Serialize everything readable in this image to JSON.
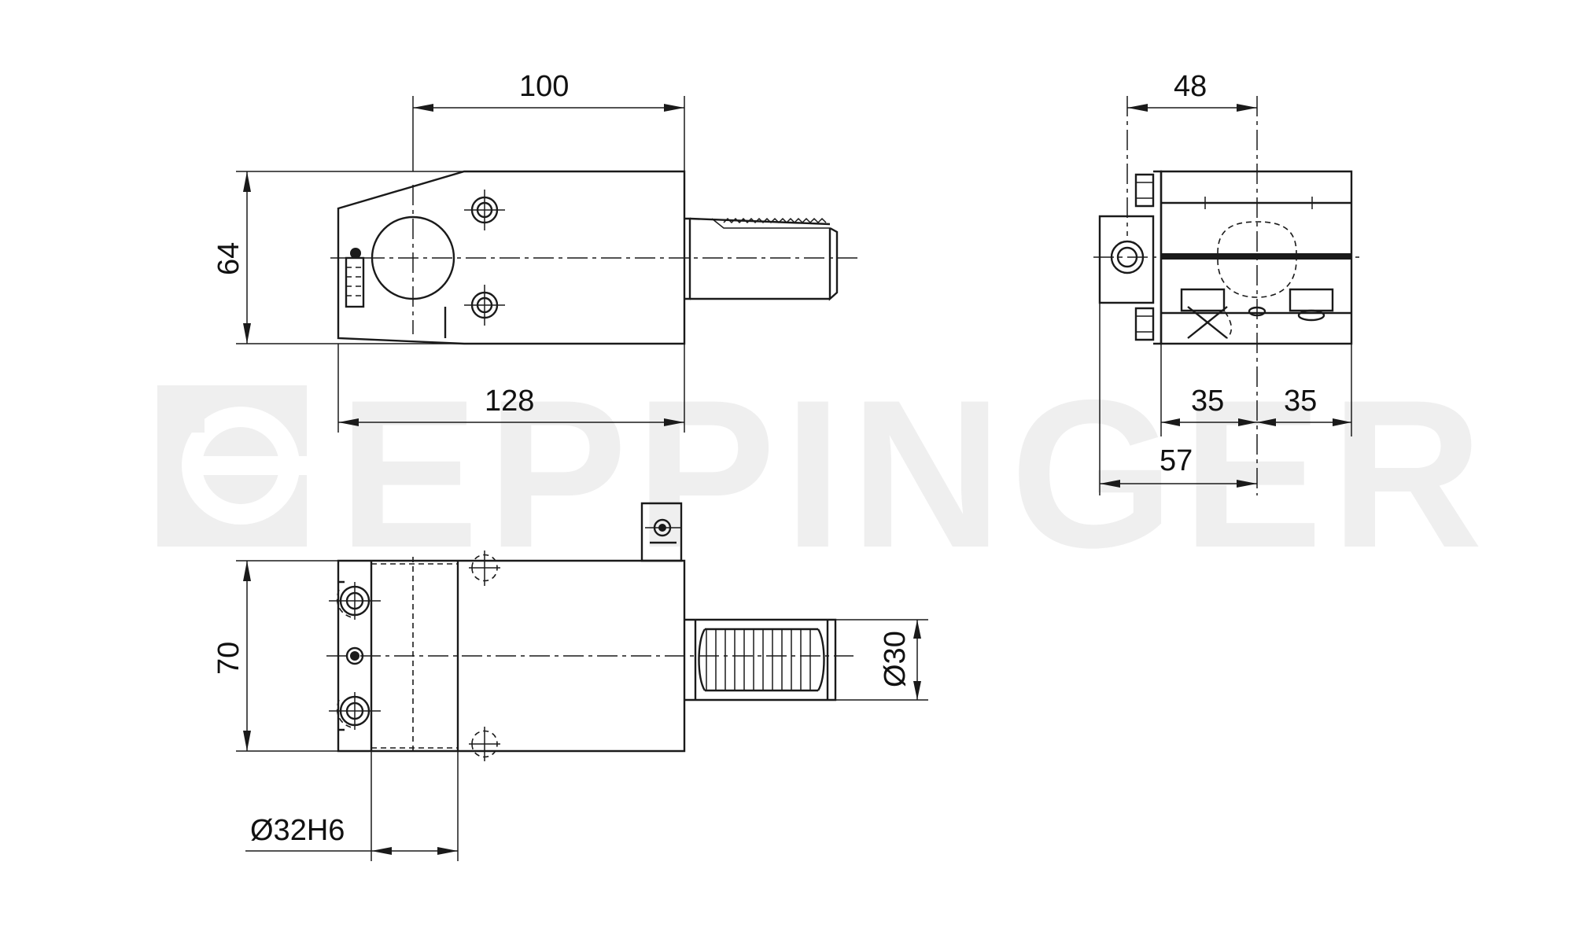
{
  "watermark": {
    "text": "EPPINGER"
  },
  "dimensions": {
    "front_length_100": "100",
    "front_height_64": "64",
    "front_length_128": "128",
    "end_width_48": "48",
    "end_half_left_35": "35",
    "end_half_right_35": "35",
    "end_offset_57": "57",
    "top_height_70": "70",
    "shank_diameter": "Ø30",
    "bore_diameter": "Ø32H6"
  },
  "colors": {
    "line": "#1a1a1a",
    "watermark": "#efefef",
    "background": "#ffffff"
  }
}
